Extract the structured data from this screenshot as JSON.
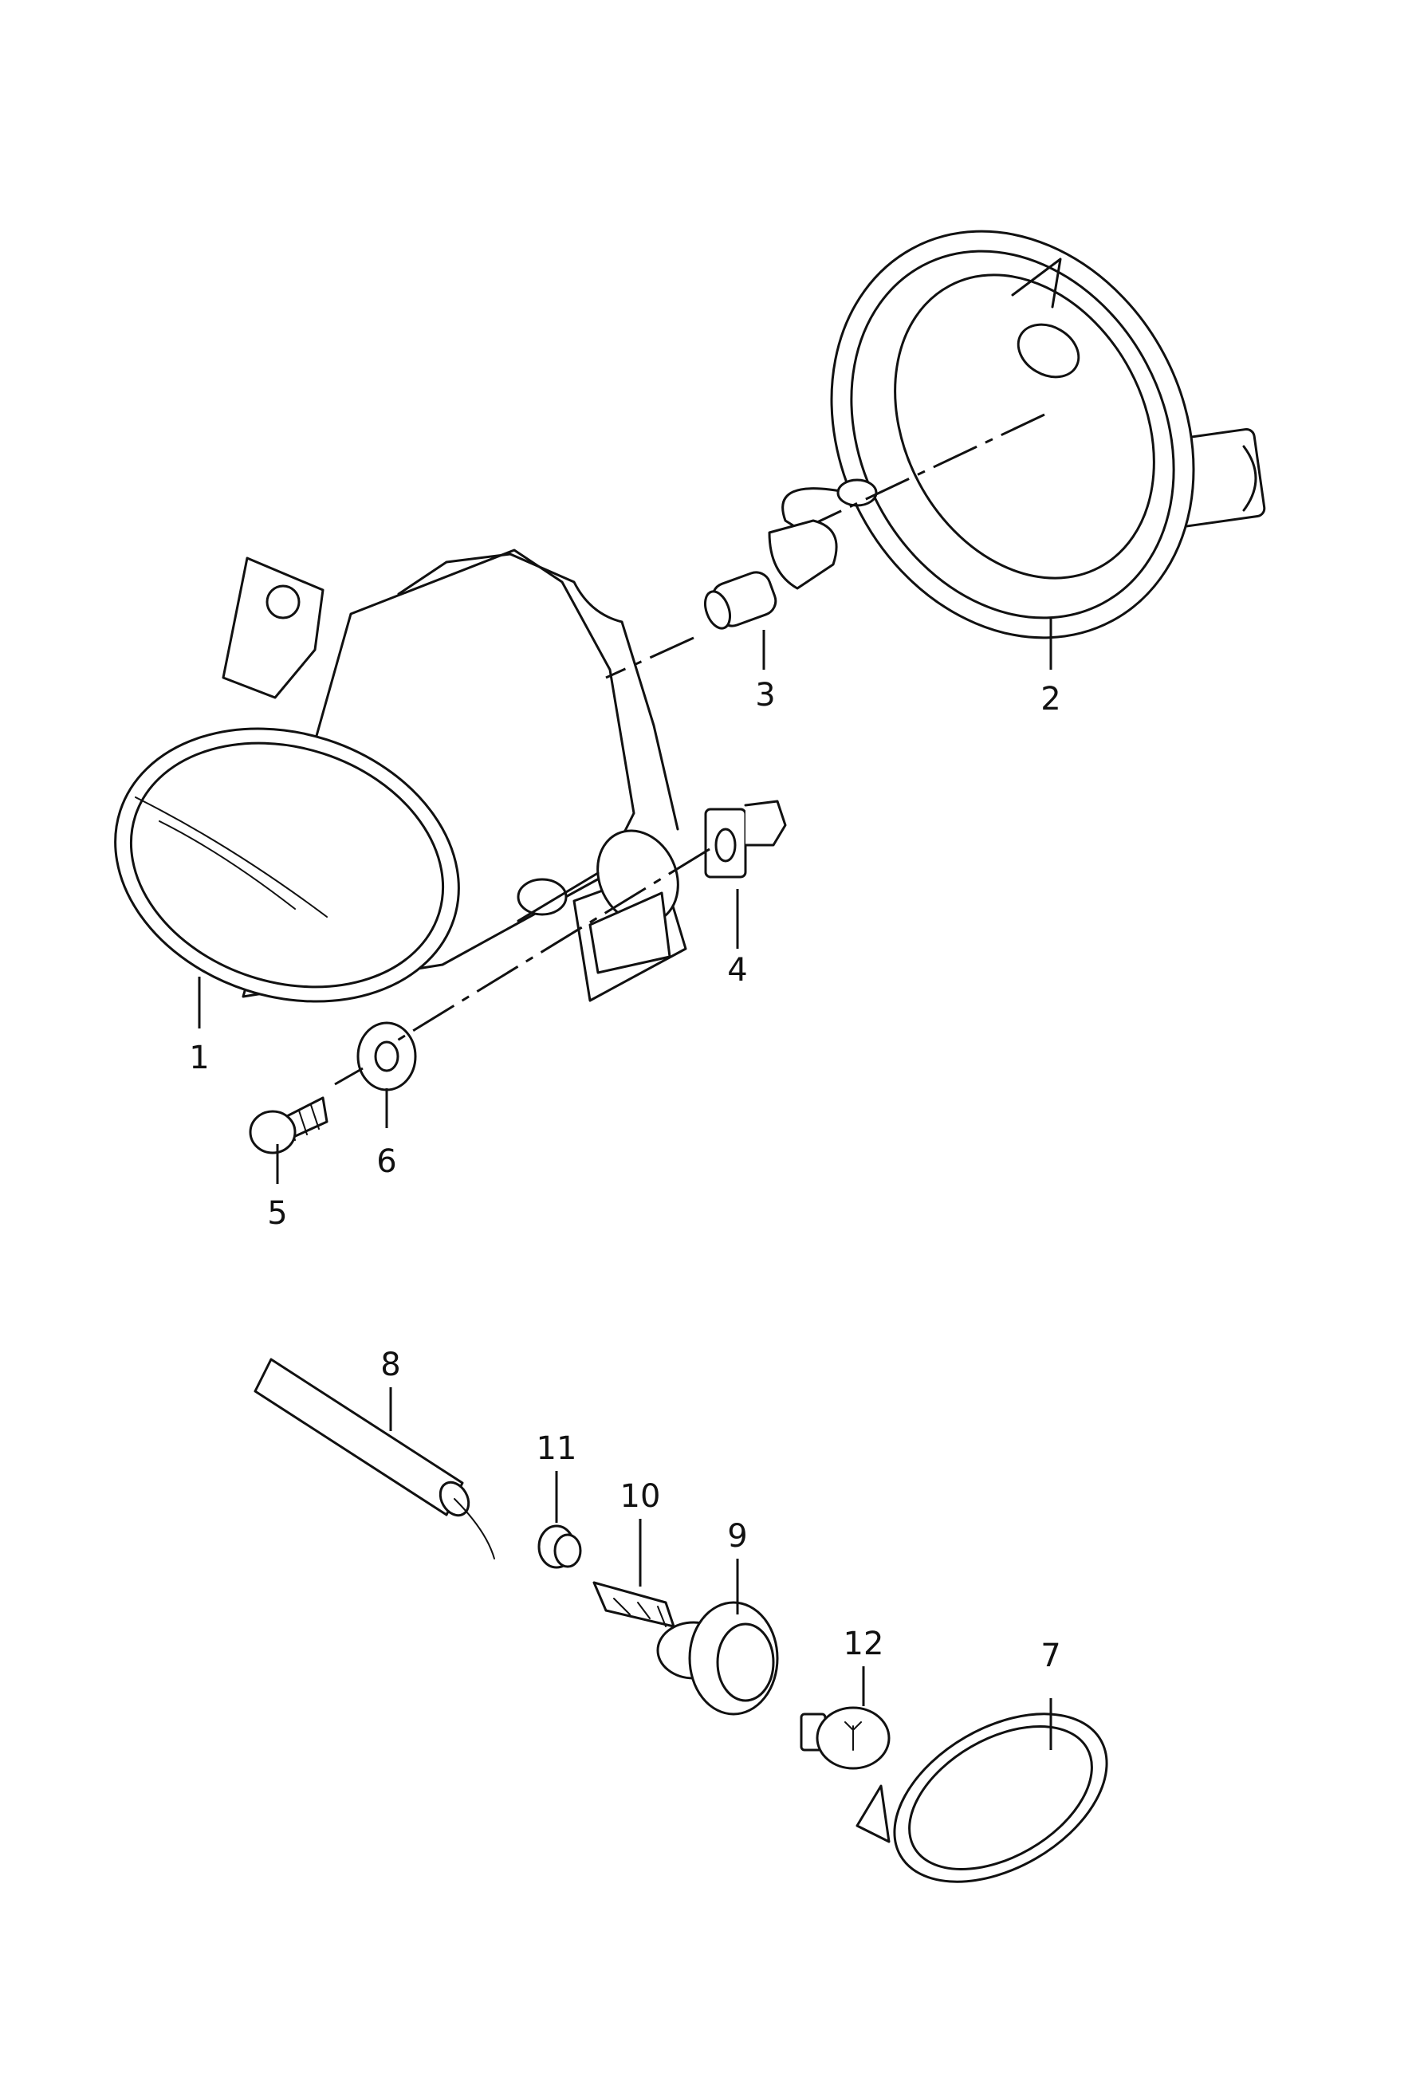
{
  "diagram": {
    "callouts": [
      {
        "id": "c1",
        "label": "1"
      },
      {
        "id": "c2",
        "label": "2"
      },
      {
        "id": "c3",
        "label": "3"
      },
      {
        "id": "c4",
        "label": "4"
      },
      {
        "id": "c5",
        "label": "5"
      },
      {
        "id": "c6",
        "label": "6"
      },
      {
        "id": "c7",
        "label": "7"
      },
      {
        "id": "c8",
        "label": "8"
      },
      {
        "id": "c9",
        "label": "9"
      },
      {
        "id": "c10",
        "label": "10"
      },
      {
        "id": "c11",
        "label": "11"
      },
      {
        "id": "c12",
        "label": "12"
      }
    ]
  }
}
